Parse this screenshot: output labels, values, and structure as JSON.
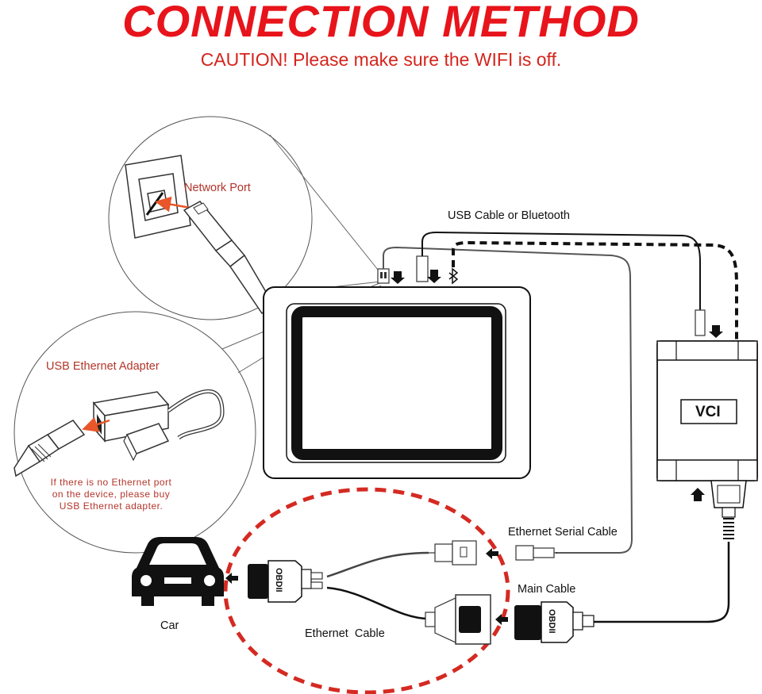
{
  "header": {
    "title": "CONNECTION METHOD",
    "caution": "CAUTION! Please make sure the WIFI is off."
  },
  "labels": {
    "network_port": "Network Port",
    "usb_cable_bluetooth": "USB Cable or Bluetooth",
    "usb_ethernet_adapter": "USB Ethernet Adapter",
    "adapter_note_line1": "If there is no Ethernet port",
    "adapter_note_line2": "on the device, please buy",
    "adapter_note_line3": "USB Ethernet adapter.",
    "vci": "VCI",
    "ethernet_serial_cable": "Ethernet Serial Cable",
    "main_cable": "Main Cable",
    "car": "Car",
    "ethernet_cable": "Ethernet  Cable",
    "obdii": "OBDII"
  },
  "colors": {
    "title_red": "#e8141b",
    "label_red": "#b3352a",
    "dashed_circle_red": "#d42a22",
    "arrow_orange": "#e8562a"
  },
  "icons": {
    "car": "car-front-icon",
    "bluetooth": "bluetooth-icon",
    "vci": "vci-box-icon",
    "tablet": "tablet-icon"
  }
}
